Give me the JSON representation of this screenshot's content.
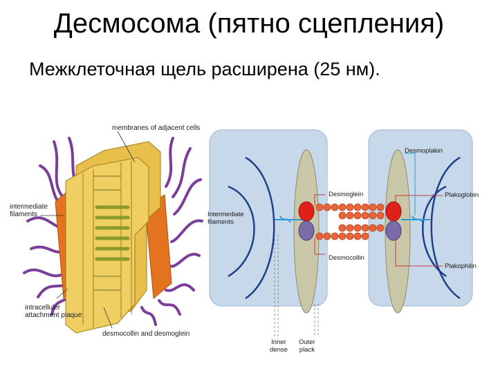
{
  "title": "Десмосома (пятно сцепления)",
  "subtitle": "Межклеточная щель расширена (25 нм).",
  "left_figure": {
    "label_membranes": "membranes of adjacent cells",
    "label_filaments": "intermediate\nfilaments",
    "label_plaque": "intracelluler\nattachment plaque",
    "label_desmocollin": "desmocollin and desmoglein"
  },
  "right_figure": {
    "label_filaments": "Intermediate\nfilaments",
    "label_desmoglein": "Desmoglein",
    "label_desmocollin": "Desmocollin",
    "label_desmoplakin": "Desmoplakin",
    "label_plakoglobin": "Plakoglobin",
    "label_plakophilin": "Plakophilin",
    "label_inner": "Inner\ndense",
    "label_outer": "Outer\nplack"
  },
  "colors": {
    "cell_panel": "#c7d8ea",
    "membrane": "#c9c7a8",
    "desmoglein": "#e0201b",
    "desmocollin": "#7a6aa8",
    "chain": "#e8653a",
    "filament": "#1e3f8a",
    "plaque_gold": "#e3b53a",
    "plaque_orange": "#e3731f",
    "fiber_purple": "#7b3d97"
  }
}
